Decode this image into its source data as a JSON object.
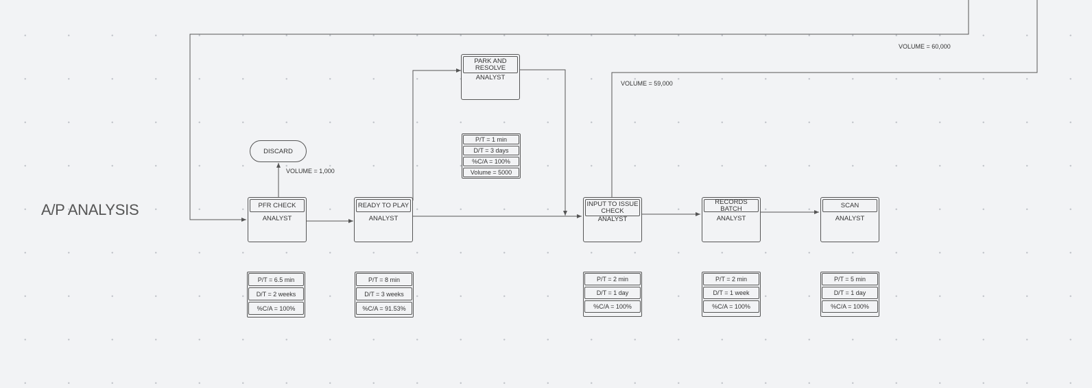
{
  "title": "A/P ANALYSIS",
  "nodes": [
    {
      "name": "PFR CHECK",
      "role": "ANALYST"
    },
    {
      "name": "READY TO PLAY",
      "role": "ANALYST"
    },
    {
      "name": "PARK AND RESOLVE",
      "role": "ANALYST"
    },
    {
      "name": "INPUT TO ISSUE CHECK",
      "role": "ANALYST"
    },
    {
      "name": "RECORDS BATCH",
      "role": "ANALYST"
    },
    {
      "name": "SCAN",
      "role": "ANALYST"
    }
  ],
  "terminal": {
    "name": "DISCARD"
  },
  "metrics": [
    {
      "pt": "P/T =  6.5 min",
      "dt": "D/T =  2 weeks",
      "ca": "%C/A = 100%"
    },
    {
      "pt": "P/T =  8 min",
      "dt": "D/T =  3 weeks",
      "ca": "%C/A = 91.53%"
    },
    {
      "pt": "P/T = 1 min",
      "dt": "D/T = 3 days",
      "ca": "%C/A = 100%",
      "vol": "Volume = 5000"
    },
    {
      "pt": "P/T =  2 min",
      "dt": "D/T =  1 day",
      "ca": "%C/A = 100%"
    },
    {
      "pt": "P/T =  2 min",
      "dt": "D/T =  1 week",
      "ca": "%C/A = 100%"
    },
    {
      "pt": "P/T =  5 min",
      "dt": "D/T =  1 day",
      "ca": "%C/A = 100%"
    }
  ],
  "volumes": {
    "discard": "VOLUME = 1,000",
    "input_to_issue": "VOLUME = 59,000",
    "loop": "VOLUME = 60,000"
  }
}
